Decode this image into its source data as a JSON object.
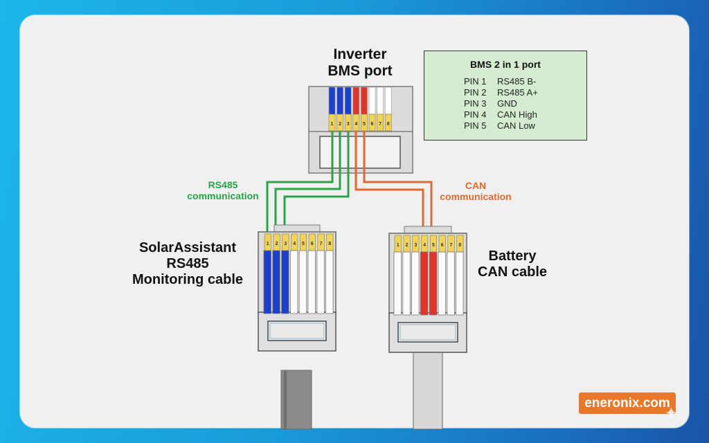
{
  "diagram": {
    "inverter_port": {
      "title_line1": "Inverter",
      "title_line2": "BMS port",
      "pin_labels": [
        "1",
        "2",
        "3",
        "4",
        "5",
        "6",
        "7",
        "8"
      ],
      "wire_colors": [
        "#1c3fd0",
        "#1c3fd0",
        "#1c3fd0",
        "#e0362a",
        "#e0362a",
        "#ffffff",
        "#ffffff",
        "#ffffff"
      ]
    },
    "pin_table": {
      "title": "BMS 2 in 1 port",
      "rows": [
        {
          "pin": "PIN 1",
          "signal": "RS485 B-"
        },
        {
          "pin": "PIN 2",
          "signal": "RS485 A+"
        },
        {
          "pin": "PIN 3",
          "signal": "GND"
        },
        {
          "pin": "PIN 4",
          "signal": "CAN High"
        },
        {
          "pin": "PIN 5",
          "signal": "CAN Low"
        }
      ]
    },
    "rs485_link": {
      "label_line1": "RS485",
      "label_line2": "communication",
      "color": "#2aa348",
      "pins": [
        1,
        2,
        3
      ]
    },
    "can_link": {
      "label_line1": "CAN",
      "label_line2": "communication",
      "color": "#e0692b",
      "pins": [
        4,
        5
      ]
    },
    "solarassistant_cable": {
      "title_line1": "SolarAssistant",
      "title_line2": "RS485",
      "title_line3": "Monitoring cable",
      "pin_labels": [
        "1",
        "2",
        "3",
        "4",
        "5",
        "6",
        "7",
        "8"
      ],
      "wire_colors": [
        "#1c3fd0",
        "#1c3fd0",
        "#1c3fd0",
        "#ffffff",
        "#ffffff",
        "#ffffff",
        "#ffffff",
        "#ffffff"
      ],
      "jacket_color": "#8a8a8a"
    },
    "battery_cable": {
      "title_line1": "Battery",
      "title_line2": "CAN cable",
      "pin_labels": [
        "1",
        "2",
        "3",
        "4",
        "5",
        "6",
        "7",
        "8"
      ],
      "wire_colors": [
        "#ffffff",
        "#ffffff",
        "#ffffff",
        "#e0362a",
        "#e0362a",
        "#ffffff",
        "#ffffff",
        "#ffffff"
      ],
      "jacket_color": "#d8d8d8"
    }
  },
  "branding": {
    "watermark": "eneronix.com",
    "color": "#e8792b"
  }
}
